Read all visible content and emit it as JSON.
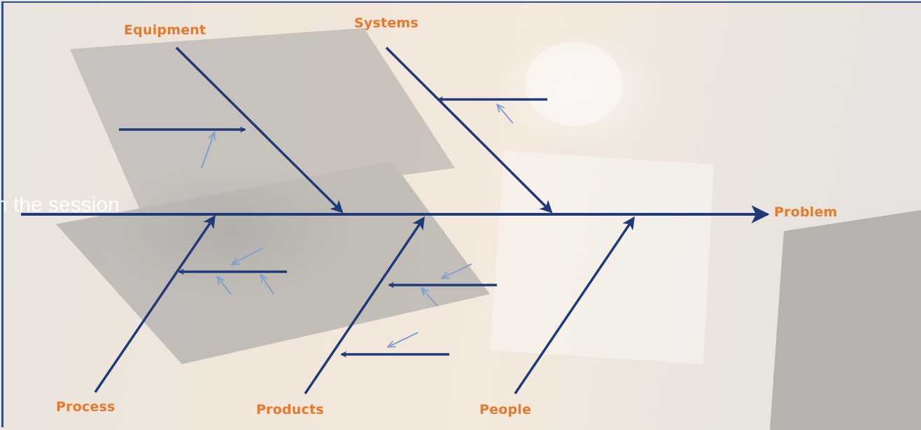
{
  "background_fragment": "n the session",
  "diagram": {
    "effect": "Problem",
    "causes_top": [
      "Equipment",
      "Systems"
    ],
    "causes_bottom": [
      "Process",
      "Products",
      "People"
    ]
  },
  "colors": {
    "spine": "#1f3a78",
    "bone": "#1f3a78",
    "minor_arrow": "#7e9fd0",
    "label": "#e8782a",
    "frame": "#2d4e86"
  }
}
